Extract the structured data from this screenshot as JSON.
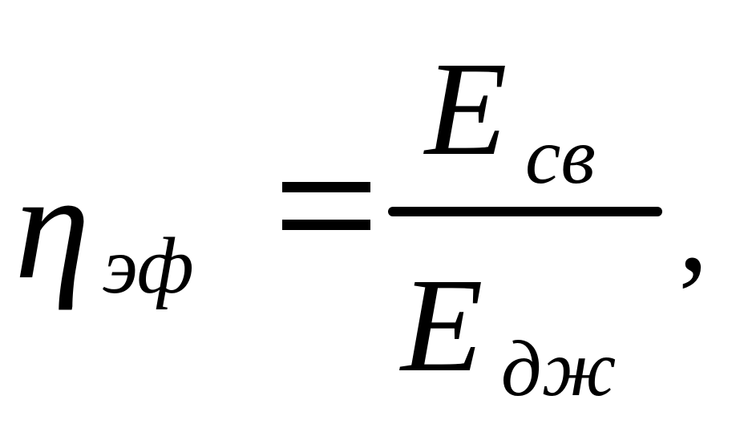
{
  "formula": {
    "lhs_symbol": "η",
    "lhs_subscript": "эф",
    "numerator_symbol": "E",
    "numerator_subscript": "св",
    "denominator_symbol": "E",
    "denominator_subscript": "дж",
    "trailing_punctuation": ","
  }
}
